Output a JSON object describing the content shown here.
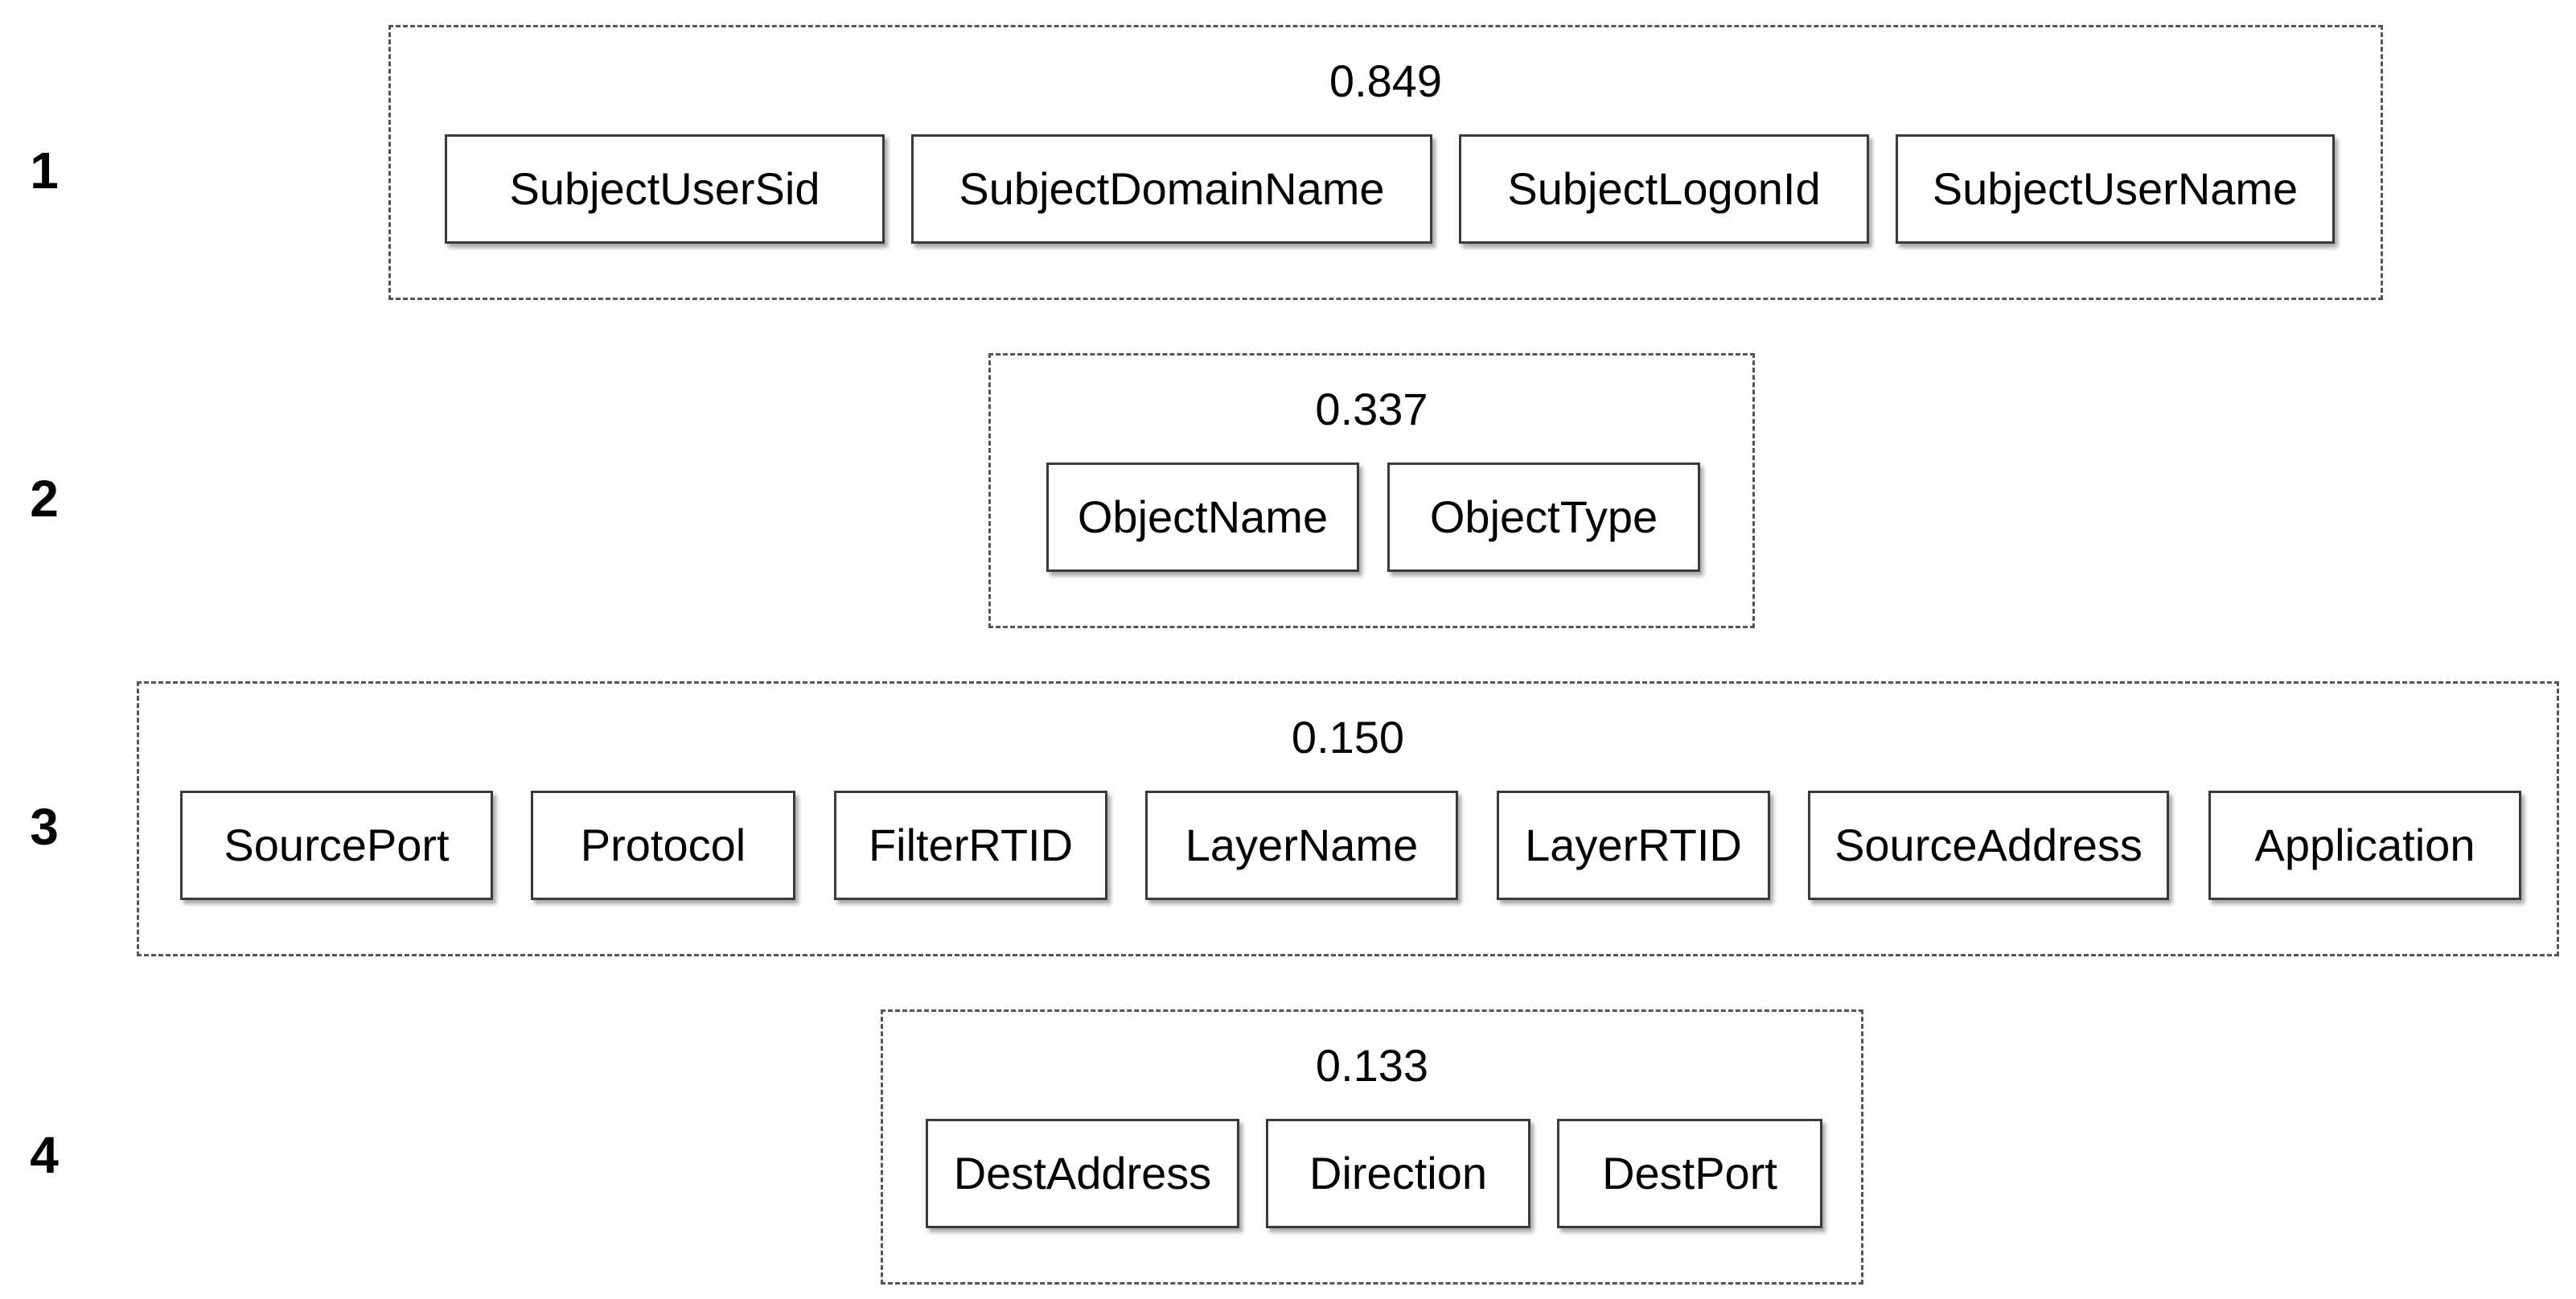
{
  "groups": [
    {
      "rank": "1",
      "score": "0.849",
      "fields": [
        "SubjectUserSid",
        "SubjectDomainName",
        "SubjectLogonId",
        "SubjectUserName"
      ]
    },
    {
      "rank": "2",
      "score": "0.337",
      "fields": [
        "ObjectName",
        "ObjectType"
      ]
    },
    {
      "rank": "3",
      "score": "0.150",
      "fields": [
        "SourcePort",
        "Protocol",
        "FilterRTID",
        "LayerName",
        "LayerRTID",
        "SourceAddress",
        "Application"
      ]
    },
    {
      "rank": "4",
      "score": "0.133",
      "fields": [
        "DestAddress",
        "Direction",
        "DestPort"
      ]
    }
  ]
}
